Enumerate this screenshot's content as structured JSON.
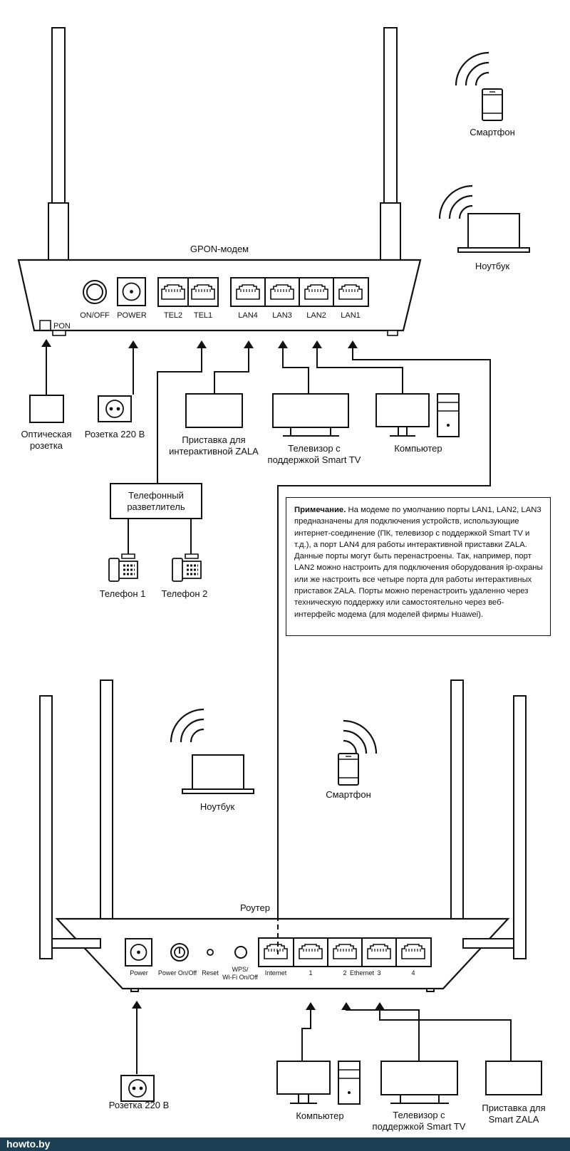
{
  "modem": {
    "title": "GPON-модем",
    "pon": "PON",
    "ports": [
      "ON/OFF",
      "POWER",
      "TEL2",
      "TEL1",
      "LAN4",
      "LAN3",
      "LAN2",
      "LAN1"
    ]
  },
  "wireless_top": {
    "smartphone": "Смартфон",
    "laptop": "Ноутбук"
  },
  "modem_devices": {
    "optical_socket": "Оптическая розетка",
    "power_socket": "Розетка 220 В",
    "iptv_box": "Приставка для интерактивной ZALA",
    "tv": "Телевизор с поддержкой Smart TV",
    "computer": "Компьютер",
    "splitter": "Телефонный разветлитель",
    "phone1": "Телефон 1",
    "phone2": "Телефон 2"
  },
  "note": {
    "label": "Примечание.",
    "text": "На модеме по умолчанию порты LAN1, LAN2, LAN3 предназначены для подключения устройств, использующие интернет-соединение (ПК, телевизор с поддержкой Smart TV и т.д.), а порт LAN4 для работы интерактивной приставки ZALA. Данные порты могут быть перенастроены. Так, например, порт LAN2 можно настроить для подключения оборудования ip-охраны или же настроить все четыре порта для работы интерактивных приставок ZALA. Порты можно перенастроить удаленно через техническую поддержку или самостоятельно через веб-интерфейс модема (для моделей фирмы Huawei)."
  },
  "wireless_bottom": {
    "laptop": "Ноутбук",
    "smartphone": "Смартфон"
  },
  "router": {
    "title": "Роутер",
    "ports": [
      "Power",
      "Power On/Off",
      "Reset",
      "WPS/",
      "Wi-Fi On/Off",
      "Internet",
      "1",
      "2",
      "Ethernet",
      "3",
      "4"
    ]
  },
  "router_devices": {
    "power_socket": "Розетка 220 В",
    "computer": "Компьютер",
    "tv": "Телевизор с поддержкой Smart TV",
    "zala_box": "Приставка для Smart ZALA"
  },
  "footer": {
    "brand": "howto.by"
  }
}
